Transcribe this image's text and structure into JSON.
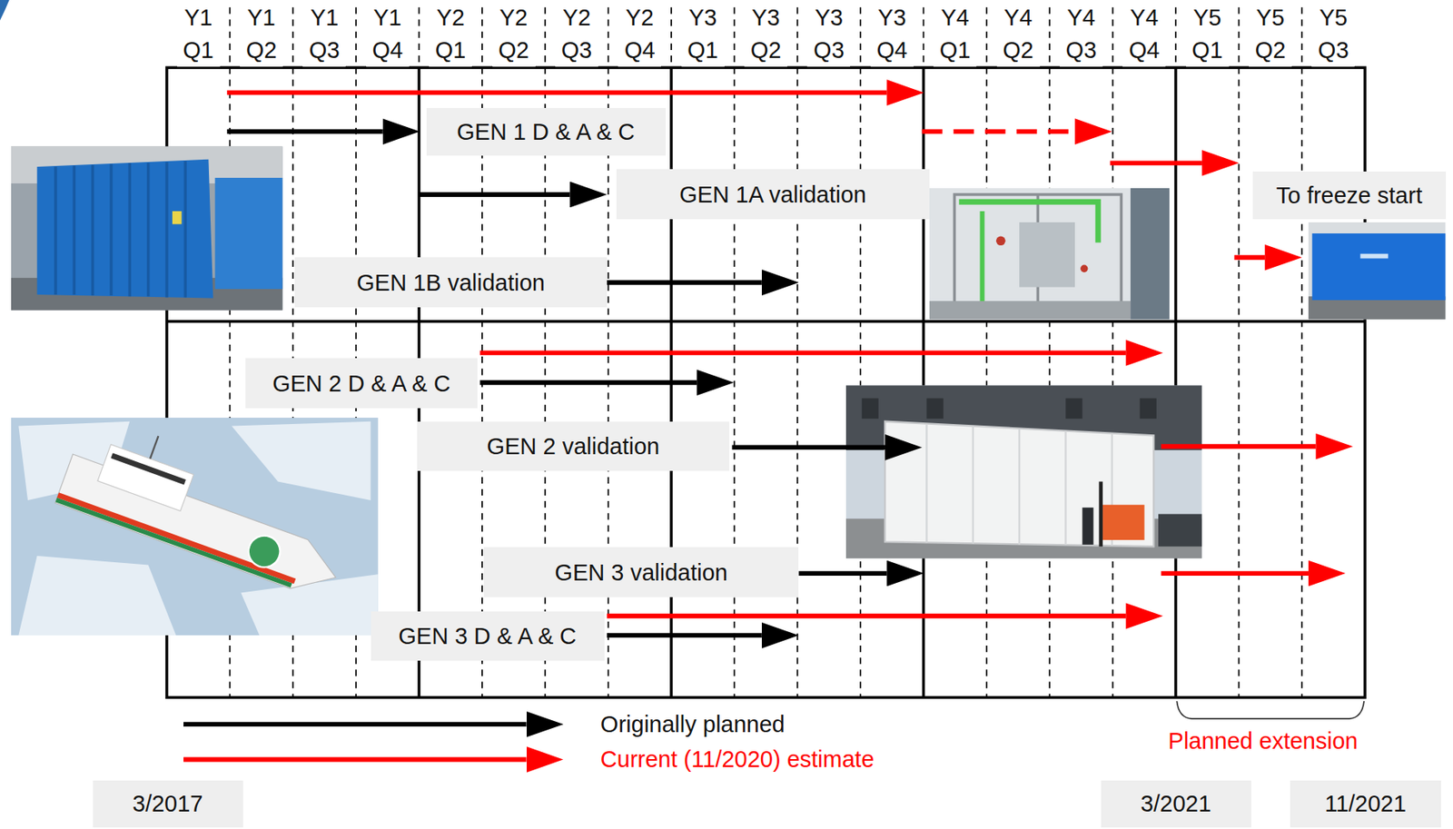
{
  "diagram": {
    "nodes": [
      {
        "text": [
          "GEN 1 D & A & C"
        ]
      },
      {
        "text": [
          "GEN 1A validation"
        ]
      },
      {
        "text": [
          "To freeze start"
        ]
      },
      {
        "text": [
          "GEN 1B validation"
        ]
      },
      {
        "text": [
          "GEN 2 D & A & C"
        ]
      },
      {
        "text": [
          "GEN 2 validation"
        ]
      },
      {
        "text": [
          "GEN 3 validation"
        ]
      },
      {
        "text": [
          "GEN 3 D & A & C"
        ]
      },
      {
        "text": [
          "3/2017"
        ]
      },
      {
        "text": [
          "3/2021"
        ]
      },
      {
        "text": [
          "11/2021"
        ]
      }
    ],
    "labels": [
      "Y1 Q1",
      "Y1 Q2",
      "Y1 Q3",
      "Y1 Q4",
      "Y2 Q1",
      "Y2 Q2",
      "Y2 Q3",
      "Y2 Q4",
      "Y3 Q1",
      "Y3 Q2",
      "Y3 Q3",
      "Y3 Q4",
      "Y4 Q1",
      "Y4 Q2",
      "Y4 Q3",
      "Y4 Q4",
      "Y5 Q1",
      "Y5 Q2",
      "Y5 Q3",
      "Planned extension"
    ],
    "legend": [
      {
        "text": "Originally planned"
      },
      {
        "text": "Current (11/2020) estimate"
      }
    ]
  }
}
